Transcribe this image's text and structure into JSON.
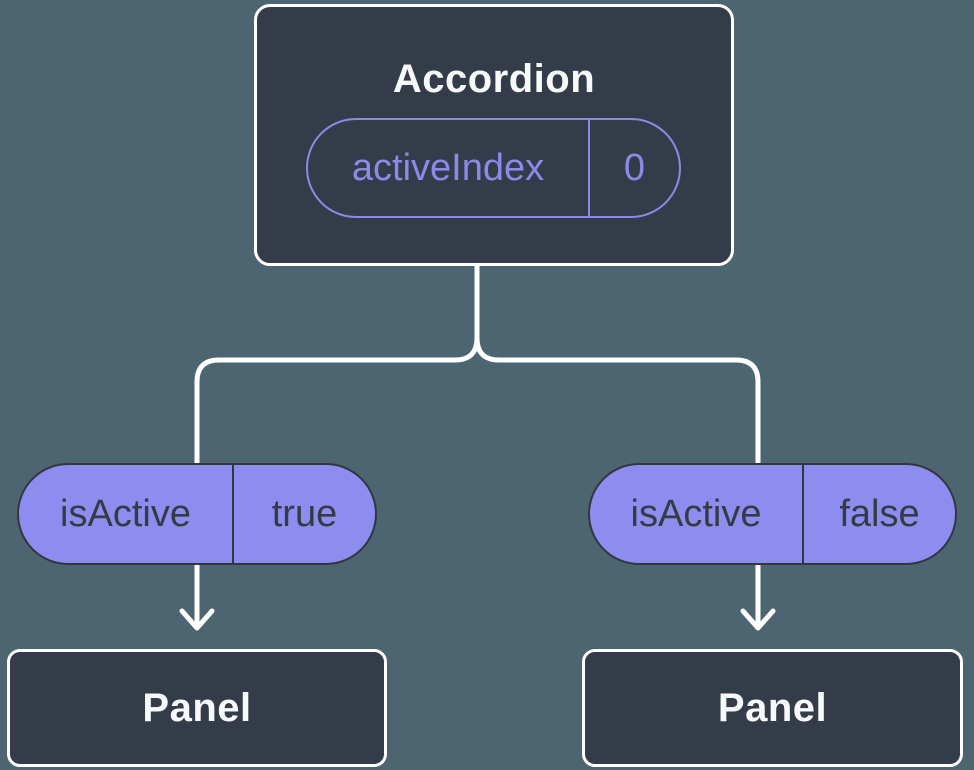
{
  "diagram": {
    "root": {
      "title": "Accordion",
      "state": {
        "label": "activeIndex",
        "value": "0"
      }
    },
    "children": [
      {
        "prop": {
          "label": "isActive",
          "value": "true"
        },
        "node": {
          "title": "Panel"
        }
      },
      {
        "prop": {
          "label": "isActive",
          "value": "false"
        },
        "node": {
          "title": "Panel"
        }
      }
    ],
    "colors": {
      "background": "#4d6570",
      "node_fill": "#353c49",
      "node_border": "#ffffff",
      "node_text": "#f7f9fa",
      "state_pill_outline": "#8a8ae8",
      "prop_pill_fill": "#8d8df0",
      "prop_pill_text": "#343b45",
      "connector": "#ffffff"
    }
  }
}
